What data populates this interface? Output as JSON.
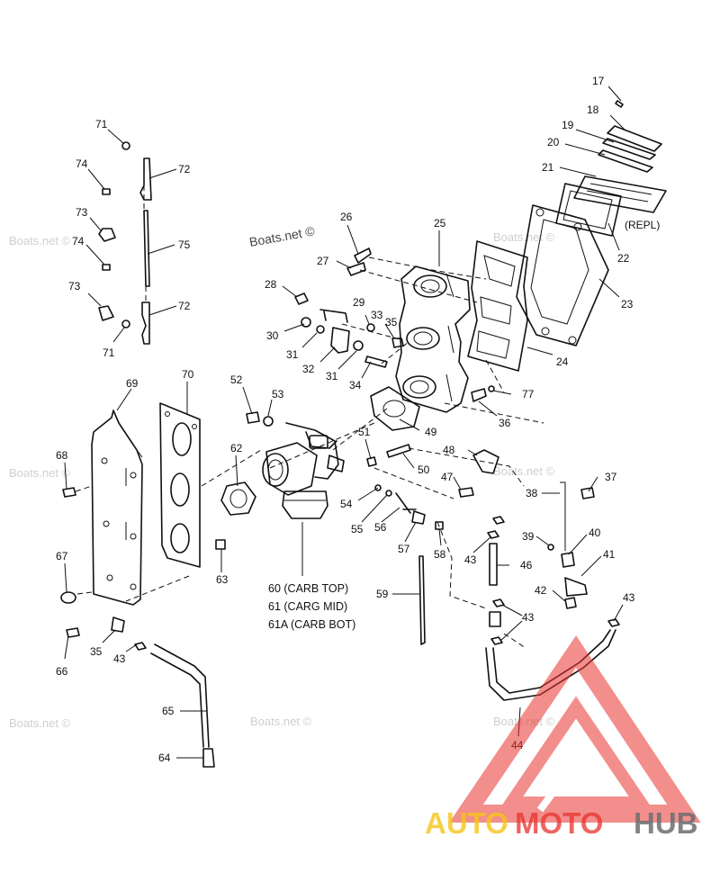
{
  "callouts": {
    "c17": "17",
    "c18": "18",
    "c19": "19",
    "c20": "20",
    "c21": "21",
    "c22": "22",
    "c23": "23",
    "c24": "24",
    "c25": "25",
    "c26": "26",
    "c27": "27",
    "c28": "28",
    "c29": "29",
    "c30": "30",
    "c31a": "31",
    "c31b": "31",
    "c32": "32",
    "c33": "33",
    "c34": "34",
    "c35a": "35",
    "c35b": "35",
    "c36": "36",
    "c37": "37",
    "c38": "38",
    "c39": "39",
    "c40": "40",
    "c41": "41",
    "c42": "42",
    "c43a": "43",
    "c43b": "43",
    "c43c": "43",
    "c43d": "43",
    "c44": "44",
    "c46": "46",
    "c47": "47",
    "c48": "48",
    "c49": "49",
    "c50": "50",
    "c51": "51",
    "c52": "52",
    "c53": "53",
    "c54": "54",
    "c55": "55",
    "c56": "56",
    "c57": "57",
    "c58": "58",
    "c59": "59",
    "c62": "62",
    "c63": "63",
    "c64": "64",
    "c65": "65",
    "c66": "66",
    "c67": "67",
    "c68": "68",
    "c69": "69",
    "c70": "70",
    "c71a": "71",
    "c71b": "71",
    "c72a": "72",
    "c72b": "72",
    "c73a": "73",
    "c73b": "73",
    "c74a": "74",
    "c74b": "74",
    "c75": "75",
    "c77": "77"
  },
  "notes": {
    "repl": "(REPL)",
    "carb_top": "60 (CARB TOP)",
    "carb_mid": "61 (CARG MID)",
    "carb_bot": "61A (CARB BOT)"
  },
  "watermark": {
    "text": "Boats.net ©"
  },
  "logo": {
    "part1": "AUTO",
    "part2": "MOTO",
    "part3": "HUB",
    "color_red": "#e8322e",
    "color_yellow": "#f6c51b",
    "color_gray": "#6d6e70"
  }
}
